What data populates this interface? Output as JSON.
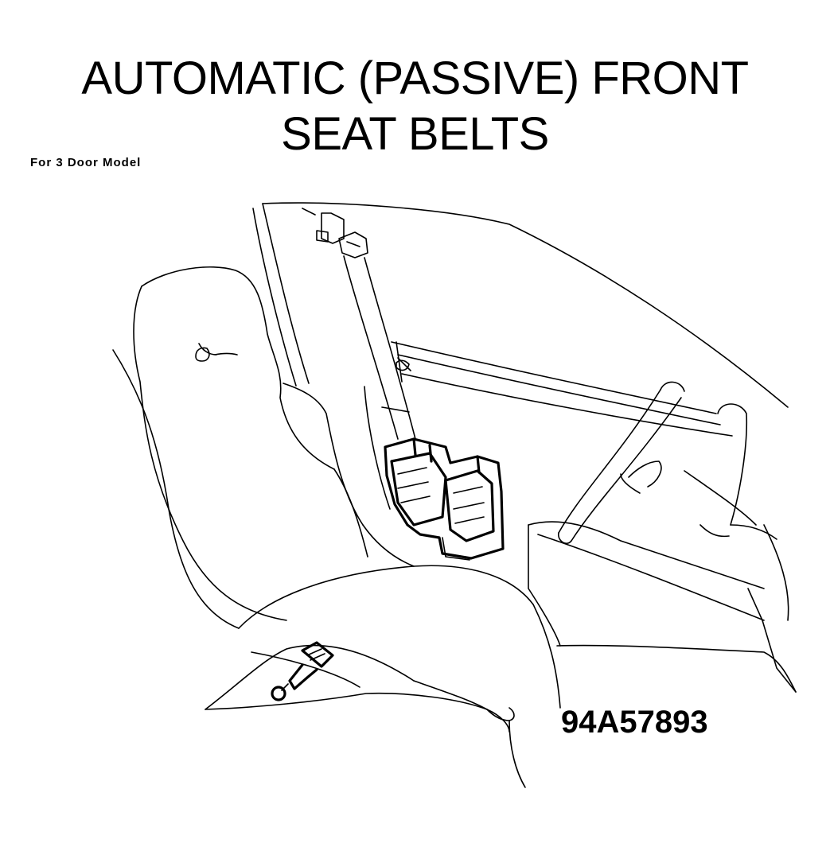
{
  "header": {
    "title_line1": "AUTOMATIC (PASSIVE) FRONT",
    "title_line2": "SEAT BELTS",
    "subtitle": "For 3 Door Model"
  },
  "figure": {
    "id": "94A57893"
  },
  "colors": {
    "ink": "#000000",
    "paper": "#ffffff"
  }
}
